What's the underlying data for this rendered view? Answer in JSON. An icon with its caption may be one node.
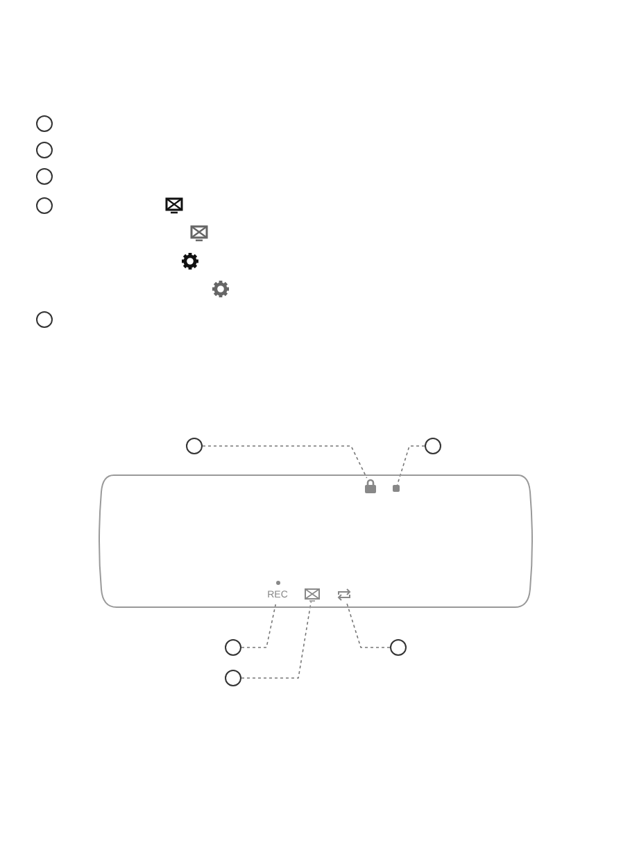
{
  "diagram": {
    "nodes": [
      {
        "text": [],
        "shape": "circle"
      },
      {
        "text": [],
        "shape": "circle"
      },
      {
        "text": [],
        "shape": "circle"
      },
      {
        "text": [],
        "shape": "circle"
      },
      {
        "text": [],
        "shape": "circle"
      },
      {
        "text": [],
        "shape": "circle"
      },
      {
        "text": [],
        "shape": "circle"
      },
      {
        "text": [],
        "shape": "mirror"
      },
      {
        "text": [],
        "shape": "lock",
        "in": 7
      },
      {
        "text": [],
        "shape": "dot",
        "in": 7
      },
      {
        "text": [
          "REC"
        ],
        "in": 7
      },
      {
        "text": [],
        "shape": "screen",
        "in": 7
      },
      {
        "text": [],
        "shape": "arrows",
        "in": 7
      },
      {
        "text": [],
        "shape": "circle"
      },
      {
        "text": [],
        "shape": "circle"
      },
      {
        "text": [],
        "shape": "circle"
      }
    ],
    "edges": [
      {
        "from": 5,
        "to": 8,
        "arrow": "none",
        "style": "dashed"
      },
      {
        "from": 6,
        "to": 9,
        "arrow": "none",
        "style": "dashed"
      },
      {
        "from": 13,
        "to": 10,
        "arrow": "none",
        "style": "dashed"
      },
      {
        "from": 15,
        "to": 11,
        "arrow": "none",
        "style": "dashed"
      },
      {
        "from": 14,
        "to": 12,
        "arrow": "none",
        "style": "dashed"
      }
    ]
  }
}
